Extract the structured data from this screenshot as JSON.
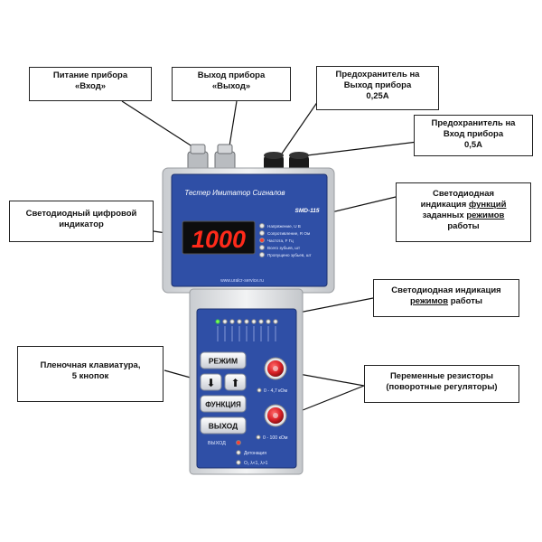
{
  "callouts": {
    "power_input": {
      "line1": "Питание прибора",
      "line2": "«Вход»"
    },
    "device_output": {
      "line1": "Выход прибора",
      "line2": "«Выход»"
    },
    "fuse_output": {
      "line1": "Предохранитель на",
      "line2": "Выход прибора",
      "line3": "0,25А"
    },
    "fuse_input": {
      "line1": "Предохранитель на",
      "line2": "Вход прибора",
      "line3": "0,5А"
    },
    "led_display": {
      "line1": "Светодиодный цифровой",
      "line2": "индикатор"
    },
    "function_leds": {
      "line1": "Светодиодная",
      "line2_a": "индикация ",
      "line2_u": "функций",
      "line3_a": "заданных ",
      "line3_u": "режимов",
      "line4": "работы"
    },
    "mode_leds": {
      "line1": "Светодиодная индикация",
      "line2_u": "режимов",
      "line2_b": " работы"
    },
    "keypad": {
      "line1": "Пленочная клавиатура,",
      "line2": "5 кнопок"
    },
    "resistors": {
      "line1": "Переменные резисторы",
      "line2": "(поворотные регуляторы)"
    }
  },
  "device": {
    "title": "Тестер Имитатор Сигналов",
    "model": "SMD-115",
    "display_value": "1000",
    "website": "www.uralcr-service.ru",
    "function_labels": [
      "Напряжение, U В",
      "Сопротивление, R Ом",
      "Частота, F Гц",
      "Всего зубьев, шт",
      "Пропущено зубьев, шт"
    ],
    "buttons": {
      "mode": "РЕЖИМ",
      "down": "⬇",
      "up": "⬆",
      "function": "ФУНКЦИЯ",
      "output": "ВЫХОД"
    },
    "resistor1_range": "0 - 4,7 кОм",
    "resistor2_range": "0 - 100 кОм",
    "output_label": "ВЫХОД",
    "bottom_labels": [
      "Детонация",
      "O₂ λ<1, λ>1"
    ]
  },
  "colors": {
    "panel_blue": "#2f4fa6",
    "display_red": "#ff2a1a",
    "knob_red": "#d81f26",
    "led_green": "#7cff4a"
  }
}
